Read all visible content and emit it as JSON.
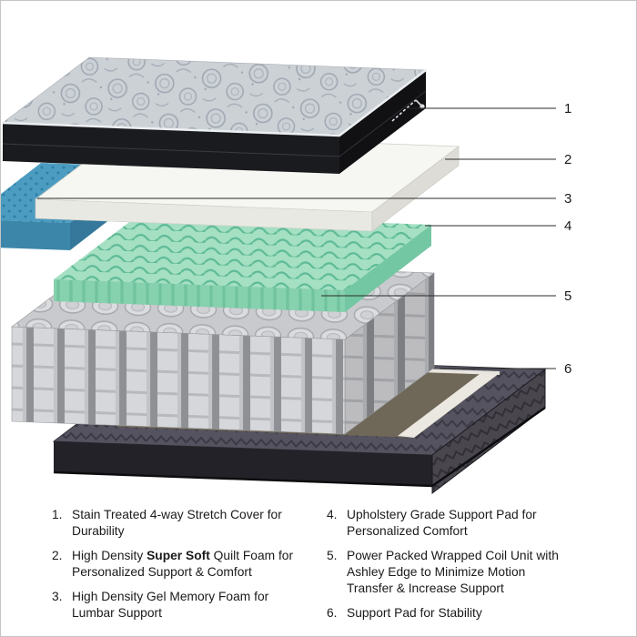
{
  "figure": {
    "callouts": [
      {
        "num": "1"
      },
      {
        "num": "2"
      },
      {
        "num": "3"
      },
      {
        "num": "4"
      },
      {
        "num": "5"
      },
      {
        "num": "6"
      }
    ],
    "layers": [
      "quilted-stretch-cover",
      "white-quilt-foam",
      "blue-gel-memory-foam",
      "green-support-pad-foam",
      "wrapped-coil-unit",
      "base-support-pad"
    ]
  },
  "legend": {
    "items": [
      {
        "num": "1.",
        "pre": "Stain Treated 4-way Stretch Cover for Durability",
        "bold": "",
        "post": ""
      },
      {
        "num": "2.",
        "pre": "High Density ",
        "bold": "Super Soft",
        "post": " Quilt Foam for Personalized Support & Comfort"
      },
      {
        "num": "3.",
        "pre": "High Density Gel Memory Foam for Lumbar Support",
        "bold": "",
        "post": ""
      },
      {
        "num": "4.",
        "pre": "Upholstery Grade Support Pad for Personalized Comfort",
        "bold": "",
        "post": ""
      },
      {
        "num": "5.",
        "pre": "Power Packed Wrapped Coil Unit with Ashley Edge to Minimize Motion Transfer & Increase Support",
        "bold": "",
        "post": ""
      },
      {
        "num": "6.",
        "pre": "Support Pad for Stability",
        "bold": "",
        "post": ""
      }
    ]
  },
  "colors": {
    "quilt_base": "#ccd1d6",
    "band_front": "#1a1b1e",
    "band_right": "#111114",
    "piping": "#eceff1",
    "foam_white_top": "#f6f6f2",
    "foam_white_front": "#e9e9e3",
    "foam_white_right": "#dddcd6",
    "gel_blue_top": "#4b9cc0",
    "gel_blue_front": "#3c86a9",
    "gel_blue_right": "#35789b",
    "memory_green_top": "#a5e0c3",
    "memory_green_front": "#86d1ae",
    "memory_green_right": "#74c7a3",
    "coil_gray": "#d6d7da",
    "base_charcoal": "#565360",
    "base_black": "#232228",
    "pad_brown": "#6f6757",
    "edge_white": "#ebe8e1",
    "line": "#2b2b2b"
  }
}
